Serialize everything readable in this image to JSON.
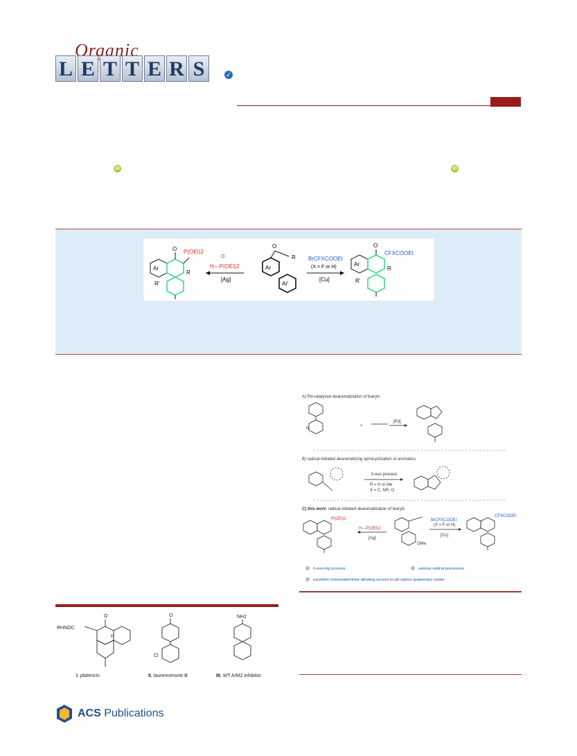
{
  "journal": {
    "organic": "Organic",
    "letters": [
      "L",
      "E",
      "T",
      "T",
      "E",
      "R",
      "S"
    ]
  },
  "toc_graphic": {
    "left_reagent_top": "O",
    "left_reagent": "H—P(OEt)2",
    "left_catalyst": "[Ag]",
    "right_reagent": "BrCFXCOOEt",
    "right_condition": "(X = F or H)",
    "right_catalyst": "[Cu]",
    "left_product_group": "P(OEt)2",
    "right_product_group": "CFXCOOEt",
    "ar": "Ar",
    "ar_prime": "Ar'",
    "r": "R",
    "r_prime": "R'",
    "o": "O"
  },
  "scheme": {
    "section_a": "A) Pd-catalyzed dearomatization of biaryls",
    "section_a_catalyst": "[Pd]",
    "section_a_plus": "+",
    "section_b": "B) radical-initiated dearomatizing spirocyclization of aromatics",
    "section_b_process": "5-exo process",
    "section_b_cond1": "R = H or Me",
    "section_b_cond2": "X = C, NR, O",
    "section_c_bold": "C) this work",
    "section_c_rest": ": radical-initiated dearomatization of biaryls",
    "section_c_left_reagent": "H—P(OEt)2",
    "section_c_left_catalyst": "[Ag]",
    "section_c_right_reagent": "BrCFXCOOEt",
    "section_c_right_condition": "(X = F or H)",
    "section_c_right_catalyst": "[Cu]",
    "section_c_group_left": "P(OEt)2",
    "section_c_group_right": "CFXCOOEt",
    "ome": "OMe",
    "bullets": [
      "6-exo-trig process",
      "various radical precursors",
      "excellent chemoselectivity allowing access to all-carbon quaternary center"
    ]
  },
  "figure1": {
    "compounds": [
      {
        "roman": "I",
        "name": ", platencin",
        "substituent": "RHNOC",
        "h": "H"
      },
      {
        "roman": "II",
        "name": ", laurencenone B",
        "substituent": "Cl"
      },
      {
        "roman": "III",
        "name": ", WT A/M2 inhibitor",
        "substituent": "NH2"
      }
    ]
  },
  "publisher": {
    "acs": "ACS",
    "publications": "Publications"
  },
  "colors": {
    "brand_red": "#9b1c1c",
    "abstract_bg": "#dcedf8",
    "highlight_green": "#39d98a",
    "phosphorus_red": "#e22b2b",
    "reagent_blue": "#2457c5",
    "orcid_green": "#a6ce39"
  }
}
